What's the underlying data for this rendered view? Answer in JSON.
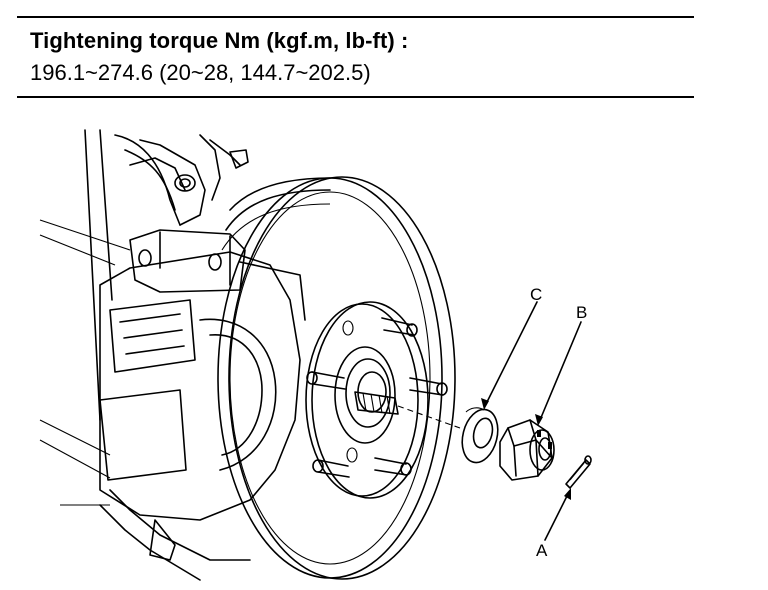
{
  "spec": {
    "title": "Tightening torque Nm (kgf.m, lb-ft) :",
    "value": "196.1~274.6 (20~28, 144.7~202.5)"
  },
  "callouts": {
    "a": "A",
    "b": "B",
    "c": "C"
  }
}
